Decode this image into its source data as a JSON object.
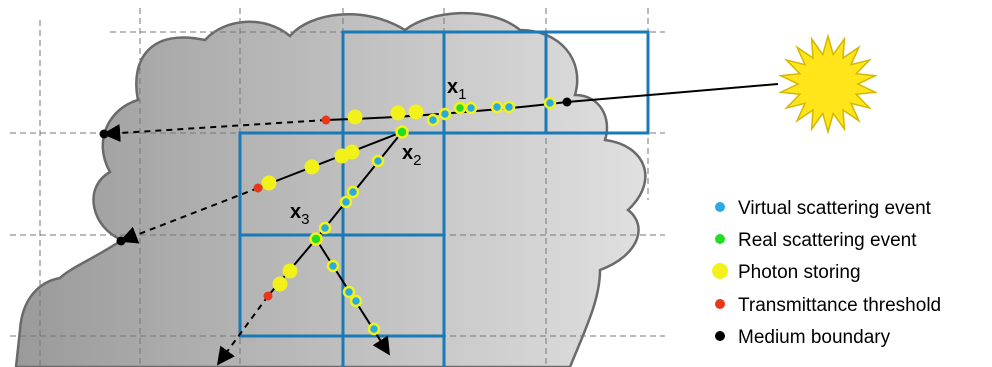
{
  "point_labels": {
    "x1": {
      "base": "x",
      "sub": "1"
    },
    "x2": {
      "base": "x",
      "sub": "2"
    },
    "x3": {
      "base": "x",
      "sub": "3"
    }
  },
  "legend": {
    "virtual": {
      "label": "Virtual scattering event",
      "color": "#29abe2"
    },
    "real": {
      "label": "Real scattering event",
      "color": "#22dd22"
    },
    "photon": {
      "label": "Photon storing",
      "color": "#f2f21a"
    },
    "threshold": {
      "label": "Transmittance threshold",
      "color": "#e8381a"
    },
    "boundary": {
      "label": "Medium boundary",
      "color": "#000000"
    }
  },
  "colors": {
    "grid_cell": "#1a7ab5",
    "cloud_fill_dark": "#9a9a9a",
    "cloud_fill_light": "#e0e0e0",
    "cloud_stroke": "#6a6a6a",
    "sun_fill": "#ffe51a",
    "sun_stroke": "#d4b800"
  }
}
